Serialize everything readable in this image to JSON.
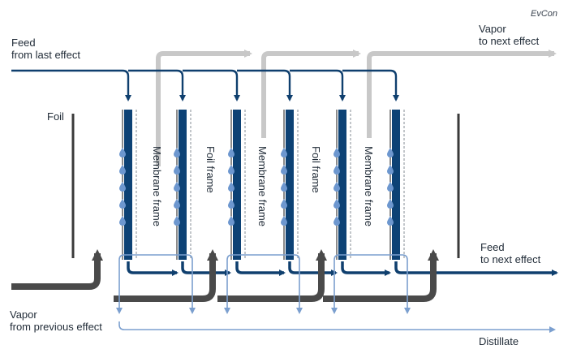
{
  "brand": "EvCon",
  "labels": {
    "feed_in": [
      "Feed",
      "from last effect"
    ],
    "vapor_out": [
      "Vapor",
      "to next effect"
    ],
    "foil": "Foil",
    "feed_out": [
      "Feed",
      "to next effect"
    ],
    "vapor_in": [
      "Vapor",
      "from previous effect"
    ],
    "distillate": "Distillate",
    "frames": [
      "Membrane frame",
      "Foil frame",
      "Membrane frame",
      "Foil frame",
      "Membrane frame"
    ]
  },
  "colors": {
    "feed": "#0f3f6e",
    "plate": "#0d4275",
    "vapor_out": "#c8c8c8",
    "vapor_in": "#4a4a4a",
    "droplet": "#6d97cf",
    "distillate": "#7b9fcf"
  }
}
